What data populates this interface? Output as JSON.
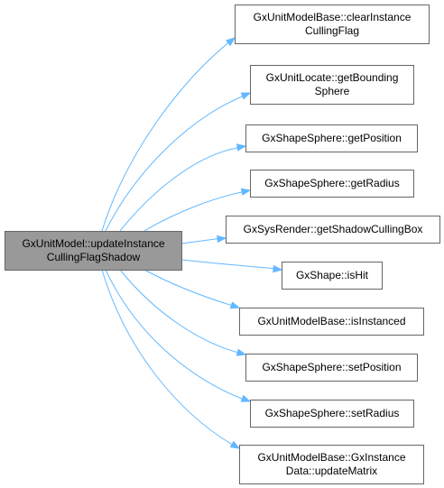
{
  "diagram": {
    "source": {
      "id": "src",
      "lines": [
        "GxUnitModel::updateInstance",
        "CullingFlagShadow"
      ]
    },
    "targets": [
      {
        "id": "t0",
        "lines": [
          "GxUnitModelBase::clearInstance",
          "CullingFlag"
        ]
      },
      {
        "id": "t1",
        "lines": [
          "GxUnitLocate::getBounding",
          "Sphere"
        ]
      },
      {
        "id": "t2",
        "lines": [
          "GxShapeSphere::getPosition"
        ]
      },
      {
        "id": "t3",
        "lines": [
          "GxShapeSphere::getRadius"
        ]
      },
      {
        "id": "t4",
        "lines": [
          "GxSysRender::getShadowCullingBox"
        ]
      },
      {
        "id": "t5",
        "lines": [
          "GxShape::isHit"
        ]
      },
      {
        "id": "t6",
        "lines": [
          "GxUnitModelBase::isInstanced"
        ]
      },
      {
        "id": "t7",
        "lines": [
          "GxShapeSphere::setPosition"
        ]
      },
      {
        "id": "t8",
        "lines": [
          "GxShapeSphere::setRadius"
        ]
      },
      {
        "id": "t9",
        "lines": [
          "GxUnitModelBase::GxInstance",
          "Data::updateMatrix"
        ]
      }
    ],
    "colors": {
      "edge": "#63b8ff",
      "source_fill": "#999999",
      "box_stroke": "#666666"
    }
  }
}
